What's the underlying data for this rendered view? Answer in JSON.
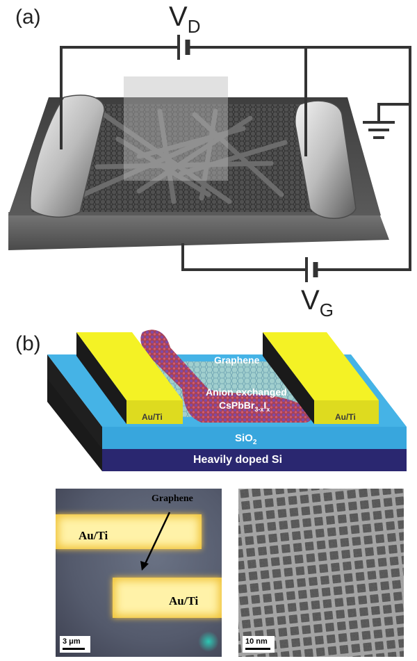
{
  "panel_a": {
    "label": "(a)",
    "vd": {
      "main": "V",
      "sub": "D"
    },
    "vg": {
      "main": "V",
      "sub": "G"
    }
  },
  "panel_b": {
    "label": "(b)",
    "graphene": "Graphene",
    "material_line1": "Anion exchanged",
    "material_line2": "CsPbBr",
    "material_sub": "3-x",
    "material_sup": "I",
    "material_sub2": "x",
    "au_ti_left": "Au/Ti",
    "au_ti_right": "Au/Ti",
    "sio2_main": "SiO",
    "sio2_sub": "2",
    "substrate": "Heavily doped Si"
  },
  "optical_image": {
    "graphene": "Graphene",
    "au_ti_top": "Au/Ti",
    "au_ti_bottom": "Au/Ti",
    "scale_bar": "3 μm"
  },
  "tem_image": {
    "scale_bar": "10 nm"
  },
  "colors": {
    "gold": "#ffff33",
    "sio2": "#38a6dd",
    "substrate": "#2a2770",
    "wire": "#333333"
  }
}
